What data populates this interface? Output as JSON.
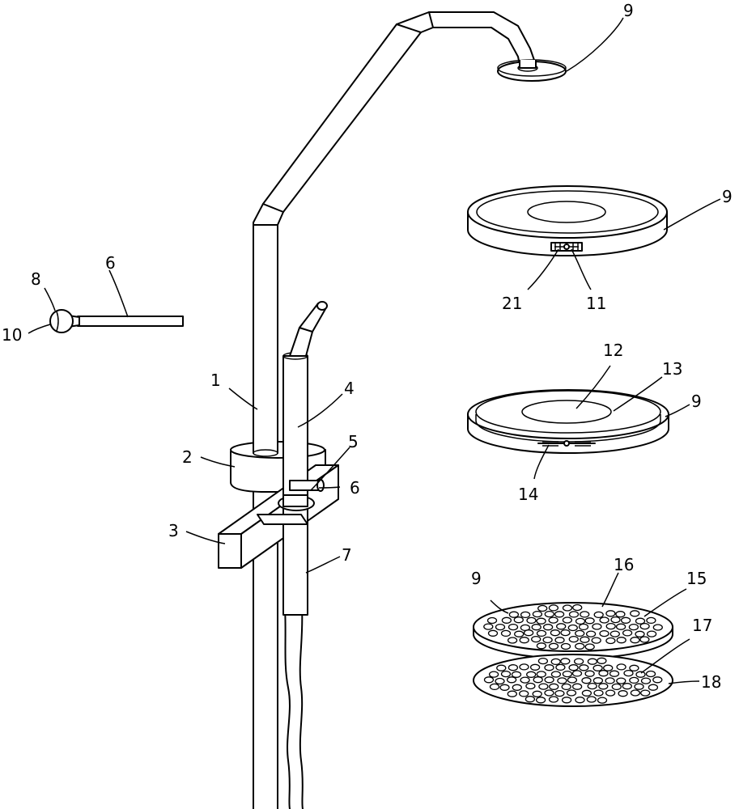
{
  "labels": {
    "l1": "1",
    "l2": "2",
    "l3": "3",
    "l4": "4",
    "l5": "5",
    "l6_rod": "6",
    "l6_clamp": "6",
    "l7": "7",
    "l8": "8",
    "l9_head": "9",
    "l9_disc_top": "9",
    "l9_disc_mid": "9",
    "l9_disc_bottom": "9",
    "l10": "10",
    "l11": "11",
    "l12": "12",
    "l13": "13",
    "l14": "14",
    "l15": "15",
    "l16": "16",
    "l17": "17",
    "l18": "18",
    "l21": "21"
  }
}
